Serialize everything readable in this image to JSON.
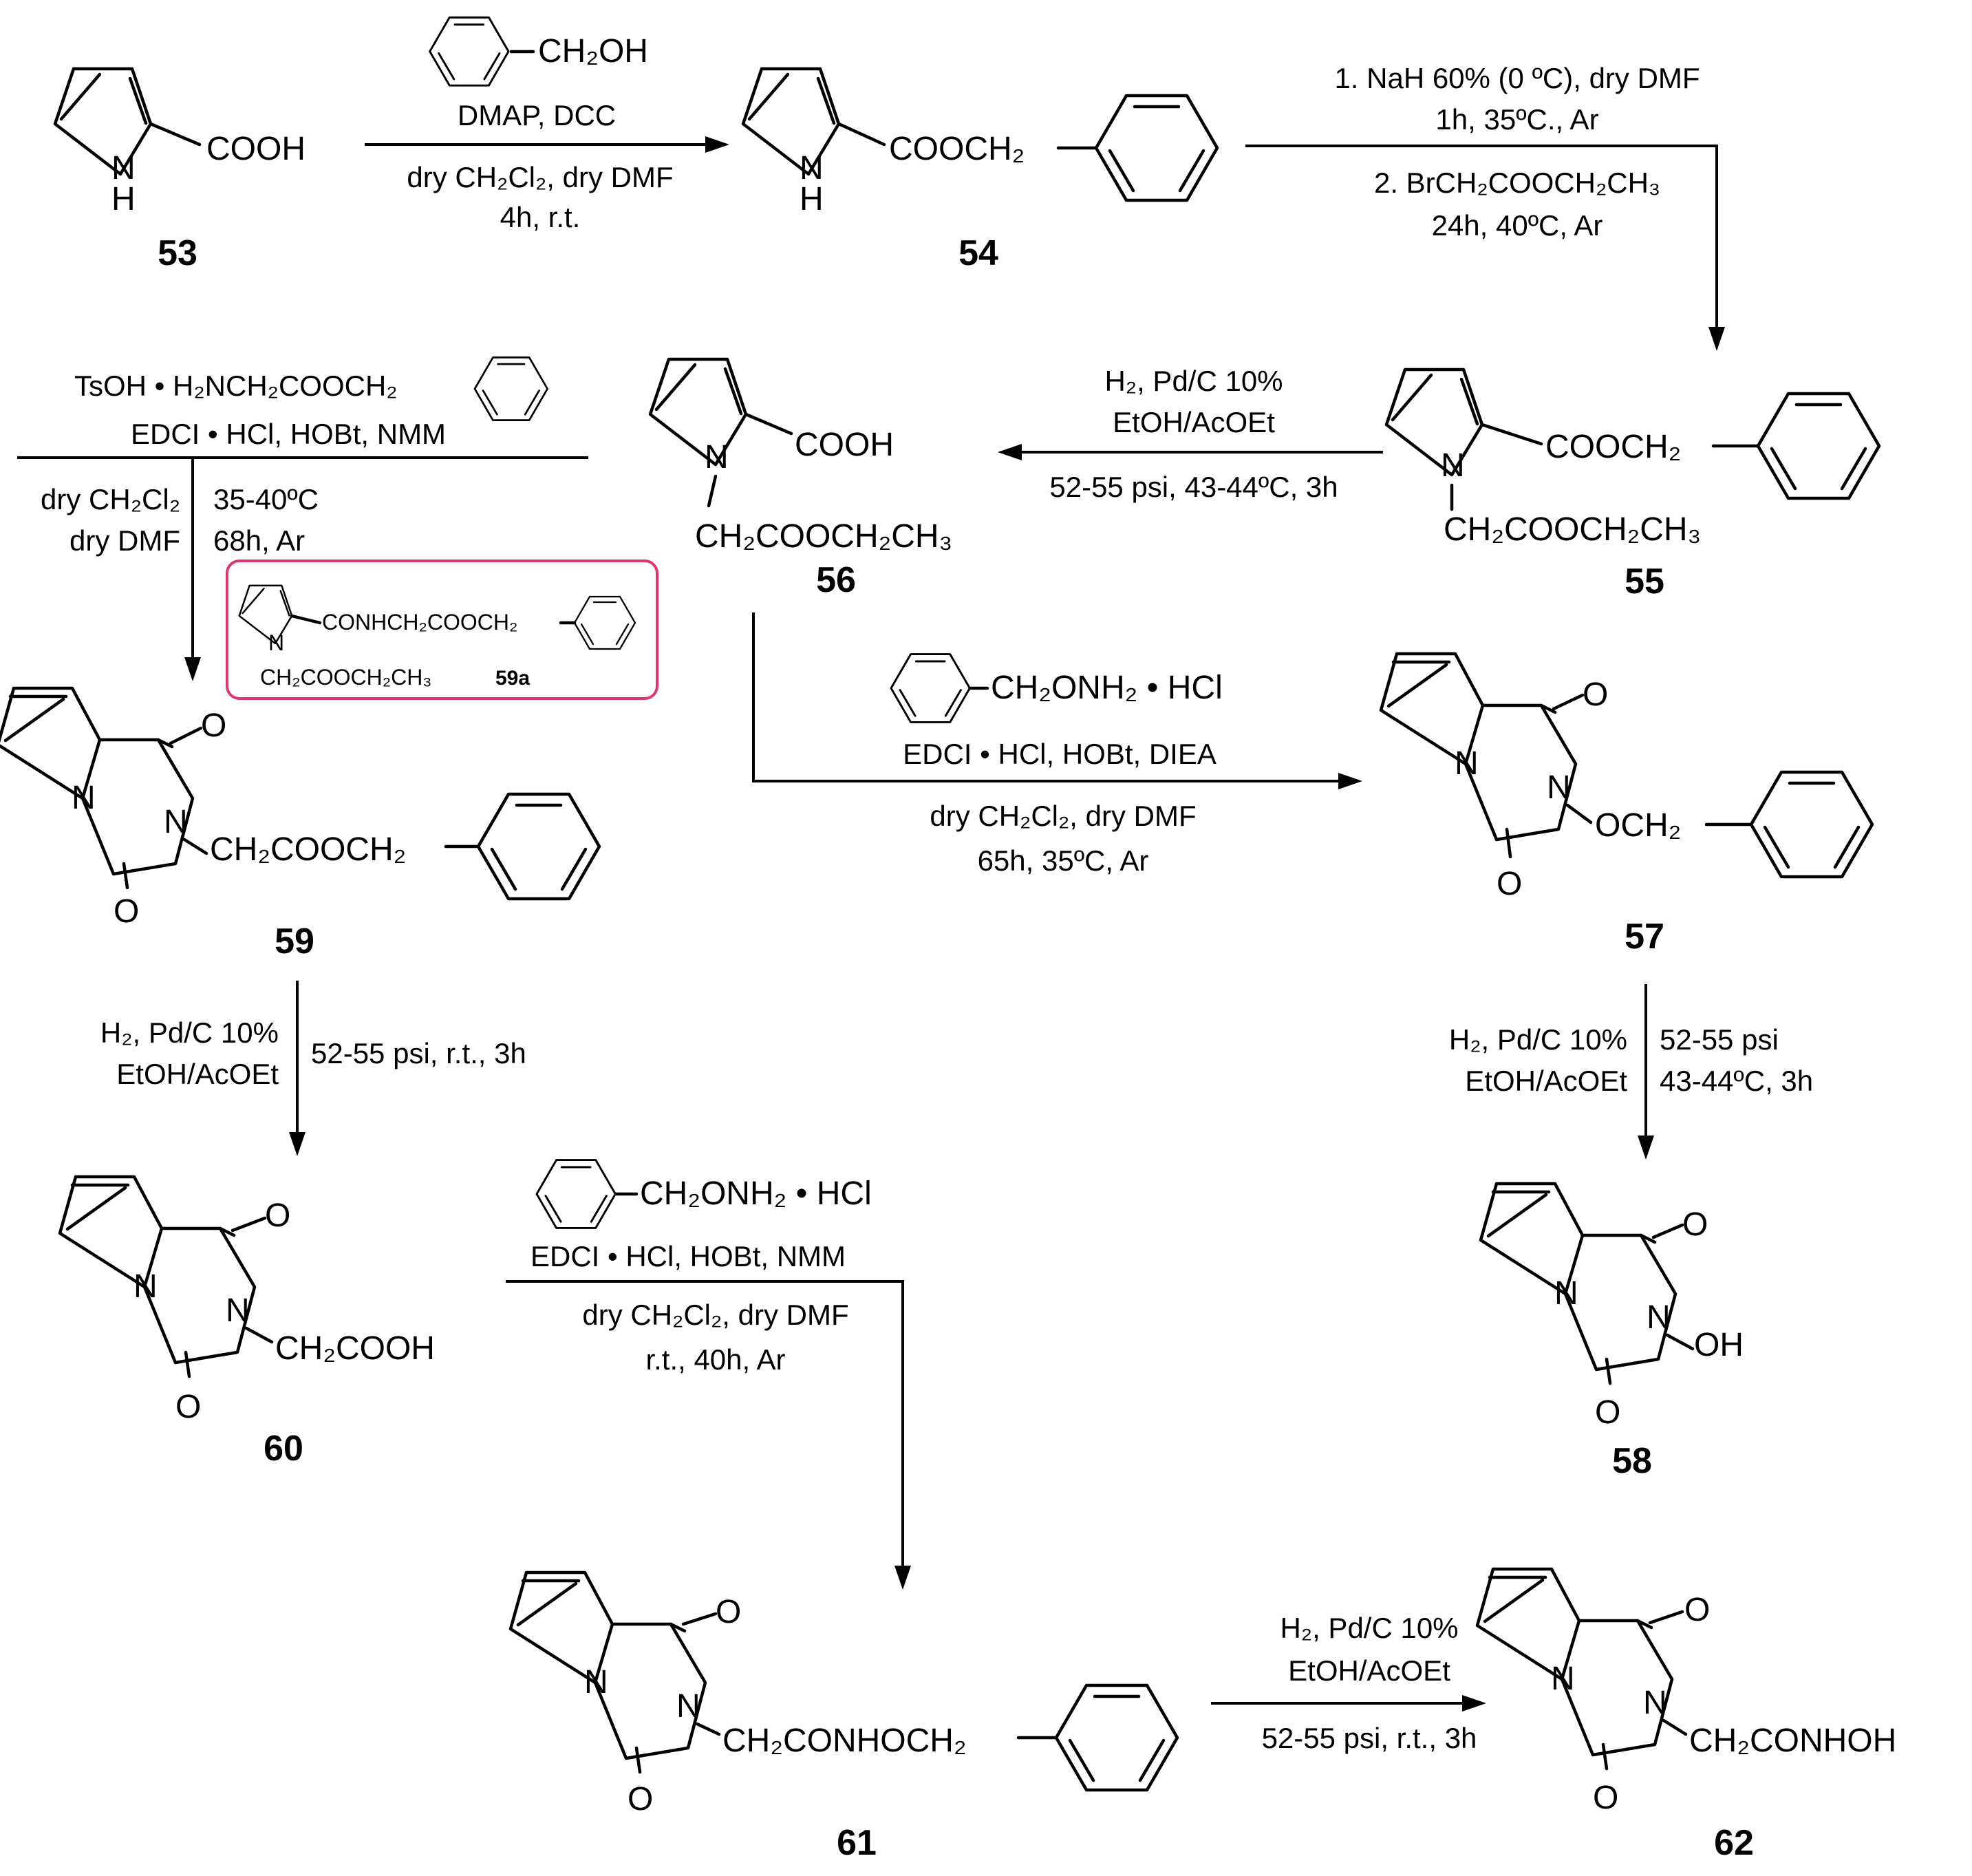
{
  "compounds": [
    {
      "id": "53",
      "groups": [
        "COOH",
        "N",
        "H"
      ]
    },
    {
      "id": "54",
      "groups": [
        "COOCH₂",
        "N",
        "H"
      ]
    },
    {
      "id": "55",
      "groups": [
        "COOCH₂",
        "N",
        "CH₂COOCH₂CH₃"
      ]
    },
    {
      "id": "56",
      "groups": [
        "COOH",
        "N",
        "CH₂COOCH₂CH₃"
      ]
    },
    {
      "id": "57",
      "groups": [
        "N",
        "N",
        "O",
        "O",
        "OCH₂"
      ]
    },
    {
      "id": "58",
      "groups": [
        "N",
        "N",
        "O",
        "O",
        "OH"
      ]
    },
    {
      "id": "59",
      "groups": [
        "N",
        "N",
        "O",
        "O",
        "CH₂COOCH₂"
      ]
    },
    {
      "id": "60",
      "groups": [
        "N",
        "N",
        "O",
        "O",
        "CH₂COOH"
      ]
    },
    {
      "id": "61",
      "groups": [
        "N",
        "N",
        "O",
        "O",
        "CH₂CONHOCH₂"
      ]
    },
    {
      "id": "62",
      "groups": [
        "N",
        "N",
        "O",
        "O",
        "CH₂CONHOH"
      ]
    }
  ],
  "inset": {
    "id": "59a",
    "groups": [
      "CONHCH₂COOCH₂",
      "N",
      "CH₂COOCH₂CH₃"
    ],
    "border_color": "#e0356f"
  },
  "steps": [
    {
      "name": "53-to-54",
      "above": [
        "CH₂OH",
        "DMAP,  DCC"
      ],
      "below": [
        "dry CH₂Cl₂, dry DMF",
        "4h, r.t."
      ]
    },
    {
      "name": "54-to-55",
      "above": [
        "1. NaH 60% (0 ºC), dry DMF",
        "1h, 35ºC., Ar"
      ],
      "below": [
        "2. BrCH₂COOCH₂CH₃",
        "24h, 40ºC, Ar"
      ]
    },
    {
      "name": "55-to-56",
      "above": [
        "H₂, Pd/C 10%",
        "EtOH/AcOEt"
      ],
      "below": [
        "52-55 psi, 43-44ºC, 3h"
      ]
    },
    {
      "name": "56-to-59",
      "above": [
        "TsOH  •  H₂NCH₂COOCH₂",
        "EDCI • HCl, HOBt, NMM"
      ],
      "left": [
        "dry CH₂Cl₂",
        "dry DMF"
      ],
      "right": [
        "35-40ºC",
        "68h, Ar"
      ]
    },
    {
      "name": "56-to-57",
      "above": [
        "CH₂ONH₂ •  HCl",
        "EDCI • HCl, HOBt, DIEA"
      ],
      "below": [
        "dry CH₂Cl₂, dry DMF",
        "65h, 35ºC, Ar"
      ]
    },
    {
      "name": "57-to-58",
      "left": [
        "H₂, Pd/C 10%",
        "EtOH/AcOEt"
      ],
      "right": [
        "52-55 psi",
        "43-44ºC, 3h"
      ]
    },
    {
      "name": "59-to-60",
      "left": [
        "H₂, Pd/C 10%",
        "EtOH/AcOEt"
      ],
      "right": [
        "52-55 psi, r.t., 3h"
      ]
    },
    {
      "name": "60-to-61",
      "above": [
        "CH₂ONH₂ •  HCl",
        "EDCI • HCl, HOBt, NMM"
      ],
      "below": [
        "dry CH₂Cl₂, dry DMF",
        "r.t., 40h, Ar"
      ]
    },
    {
      "name": "61-to-62",
      "above": [
        "H₂, Pd/C 10%",
        "EtOH/AcOEt"
      ],
      "below": [
        "52-55 psi, r.t., 3h"
      ]
    }
  ]
}
